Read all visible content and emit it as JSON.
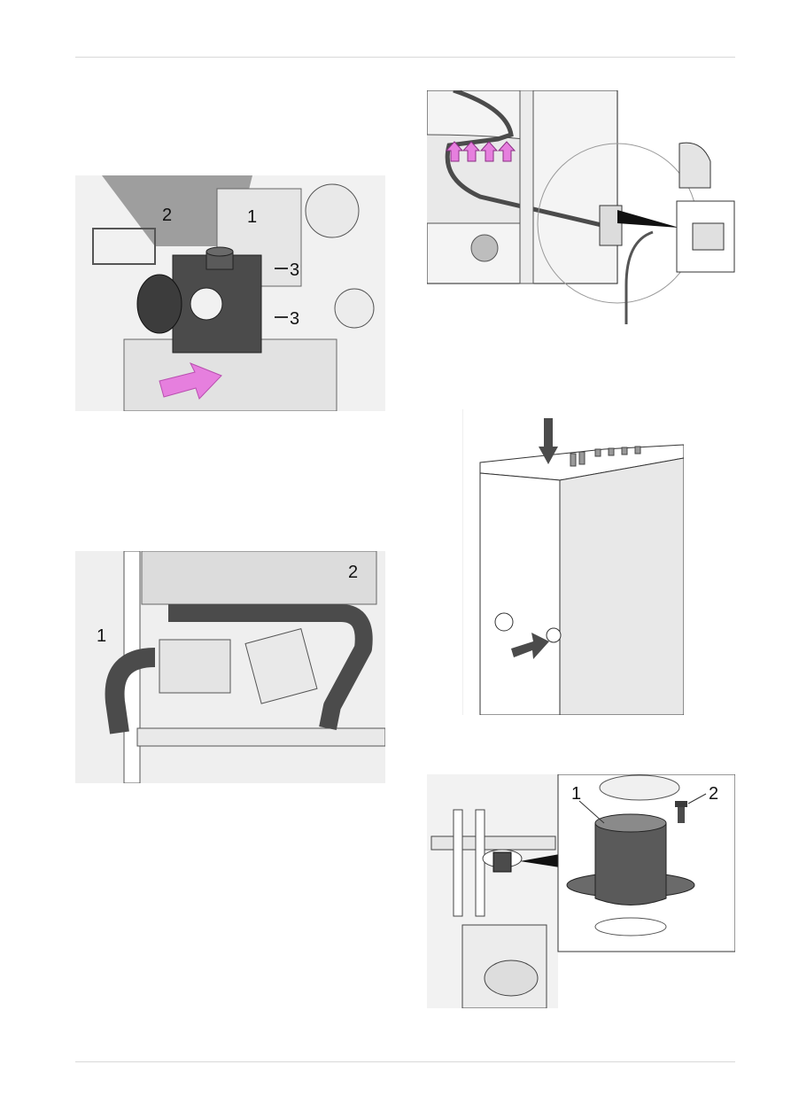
{
  "figures": {
    "fig1": {
      "labels": [
        "2",
        "1",
        "3",
        "3"
      ]
    },
    "fig2": {
      "labels": [
        "2",
        "1"
      ]
    },
    "fig5": {
      "labels": [
        "1",
        "2"
      ]
    }
  },
  "colors": {
    "highlight_arrow": "#e67fde",
    "dark_part": "#4b4b4b",
    "line": "#333333"
  }
}
